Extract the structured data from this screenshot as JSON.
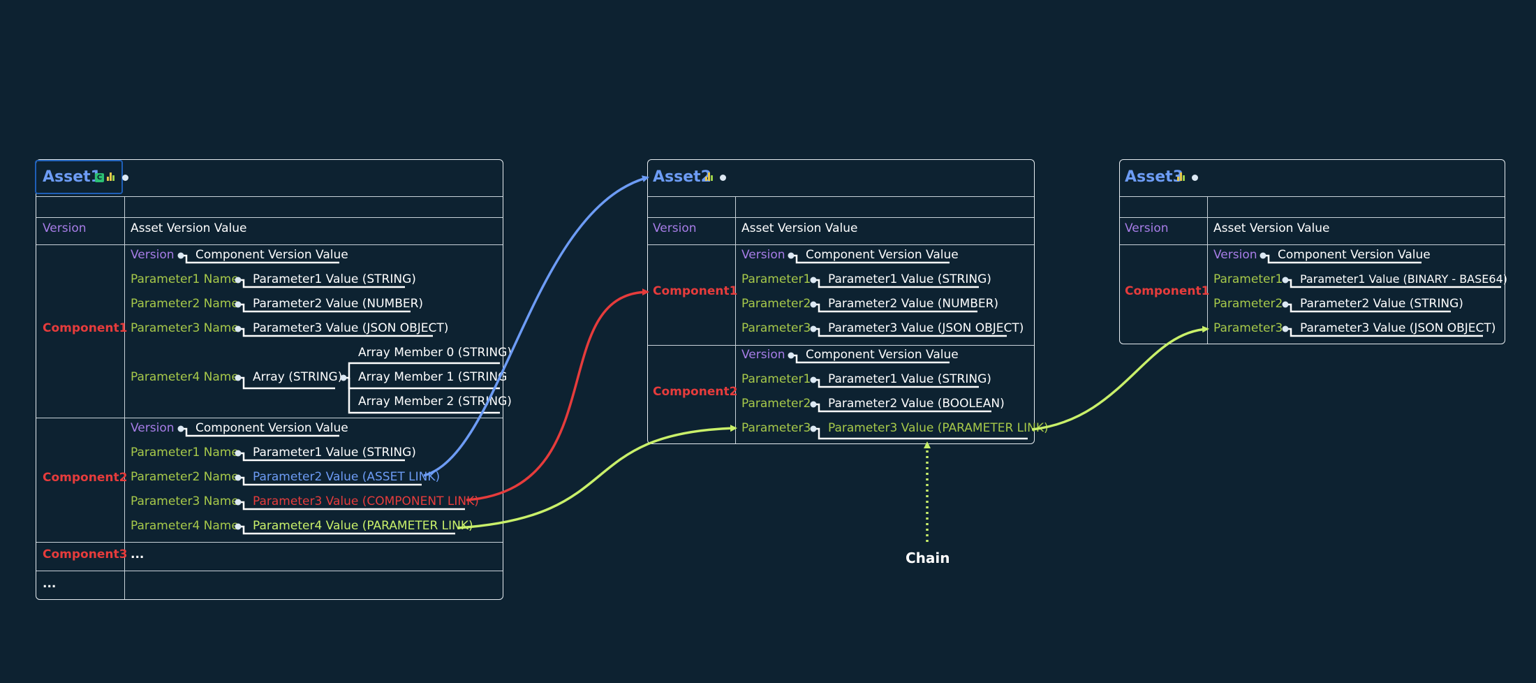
{
  "colors": {
    "background": "#0d2231",
    "title": "#6d9cf5",
    "version": "#a77de7",
    "param": "#a7c94a",
    "component": "#e63c3c",
    "asset_link": "#6d9cf5",
    "component_link": "#e63c3c",
    "parameter_link": "#c9f06a",
    "chain": "#c9f06a"
  },
  "icons": [
    "circle-c-icon",
    "bar-chart-icon",
    "port-dot-icon"
  ],
  "asset1": {
    "title": "Asset1",
    "badge": "C",
    "version_label": "Version",
    "version_value": "Asset Version Value",
    "component1": {
      "label": "Component1",
      "version_label": "Version",
      "version_value": "Component Version Value",
      "p1_name": "Parameter1 Name",
      "p1_value": "Parameter1 Value (STRING)",
      "p2_name": "Parameter2 Name",
      "p2_value": "Parameter2 Value (NUMBER)",
      "p3_name": "Parameter3 Name",
      "p3_value": "Parameter3 Value (JSON OBJECT)",
      "p4_name": "Parameter4 Name",
      "p4_value": "Array (STRING)",
      "array_members": [
        "Array Member 0 (STRING)",
        "Array Member 1 (STRING",
        "Array Member 2 (STRING)"
      ]
    },
    "component2": {
      "label": "Component2",
      "version_label": "Version",
      "version_value": "Component Version Value",
      "p1_name": "Parameter1 Name",
      "p1_value": "Parameter1 Value (STRING)",
      "p2_name": "Parameter2 Name",
      "p2_value": "Parameter2 Value (ASSET LINK)",
      "p3_name": "Parameter3 Name",
      "p3_value": "Parameter3 Value (COMPONENT LINK)",
      "p4_name": "Parameter4 Name",
      "p4_value": "Parameter4 Value (PARAMETER LINK)"
    },
    "component3": {
      "label": "Component3",
      "value": "..."
    },
    "more": "..."
  },
  "asset2": {
    "title": "Asset2",
    "version_label": "Version",
    "version_value": "Asset Version Value",
    "component1": {
      "label": "Component1",
      "version_label": "Version",
      "version_value": "Component Version Value",
      "p1_name": "Parameter1",
      "p1_value": "Parameter1 Value (STRING)",
      "p2_name": "Parameter2",
      "p2_value": "Parameter2 Value (NUMBER)",
      "p3_name": "Parameter3",
      "p3_value": "Parameter3 Value (JSON OBJECT)"
    },
    "component2": {
      "label": "Component2",
      "version_label": "Version",
      "version_value": "Component Version Value",
      "p1_name": "Parameter1",
      "p1_value": "Parameter1 Value (STRING)",
      "p2_name": "Parameter2",
      "p2_value": "Parameter2 Value (BOOLEAN)",
      "p3_name": "Parameter3",
      "p3_value": "Parameter3 Value (PARAMETER LINK)"
    }
  },
  "asset3": {
    "title": "Asset3",
    "version_label": "Version",
    "version_value": "Asset Version Value",
    "component1": {
      "label": "Component1",
      "version_label": "Version",
      "version_value": "Component Version Value",
      "p1_name": "Parameter1",
      "p1_value": "Parameter1 Value (BINARY - BASE64)",
      "p2_name": "Parameter2",
      "p2_value": "Parameter2 Value (STRING)",
      "p3_name": "Parameter3",
      "p3_value": "Parameter3 Value (JSON OBJECT)"
    }
  },
  "chain_label": "Chain"
}
